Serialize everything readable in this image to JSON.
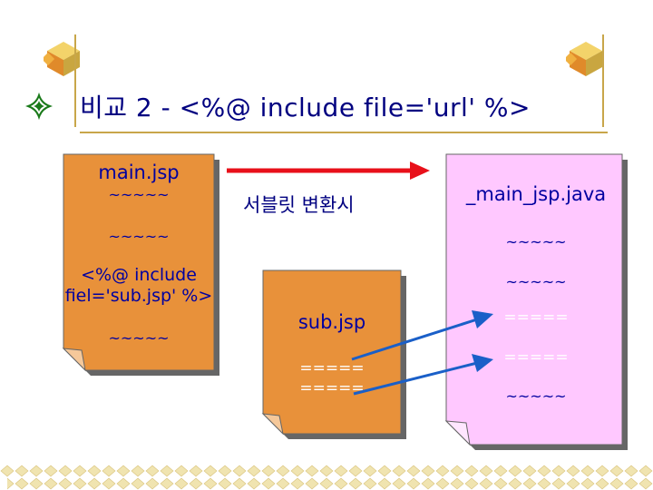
{
  "slide": {
    "title": "비교 2 - <%@ include file='url' %>"
  },
  "main_doc": {
    "name": "main.jsp",
    "line1": "~~~~~",
    "line2": "~~~~~",
    "directive_line1": "<%@ include",
    "directive_line2": "fiel='sub.jsp' %>",
    "line3": "~~~~~"
  },
  "conversion_label": "서블릿 변환시",
  "java_doc": {
    "name": "_main_jsp.java",
    "line1": "~~~~~",
    "line2": "~~~~~",
    "line3": "=====",
    "line4": "=====",
    "line5": "~~~~~"
  },
  "sub_doc": {
    "name": "sub.jsp",
    "line1": "=====",
    "line2": "====="
  },
  "colors": {
    "orange_doc": "#e8913a",
    "pink_doc": "#ffc8ff",
    "red_arrow": "#e8101a",
    "blue_arrow": "#1a5fc8",
    "title_blue": "#000080",
    "gold": "#c8a64a"
  }
}
